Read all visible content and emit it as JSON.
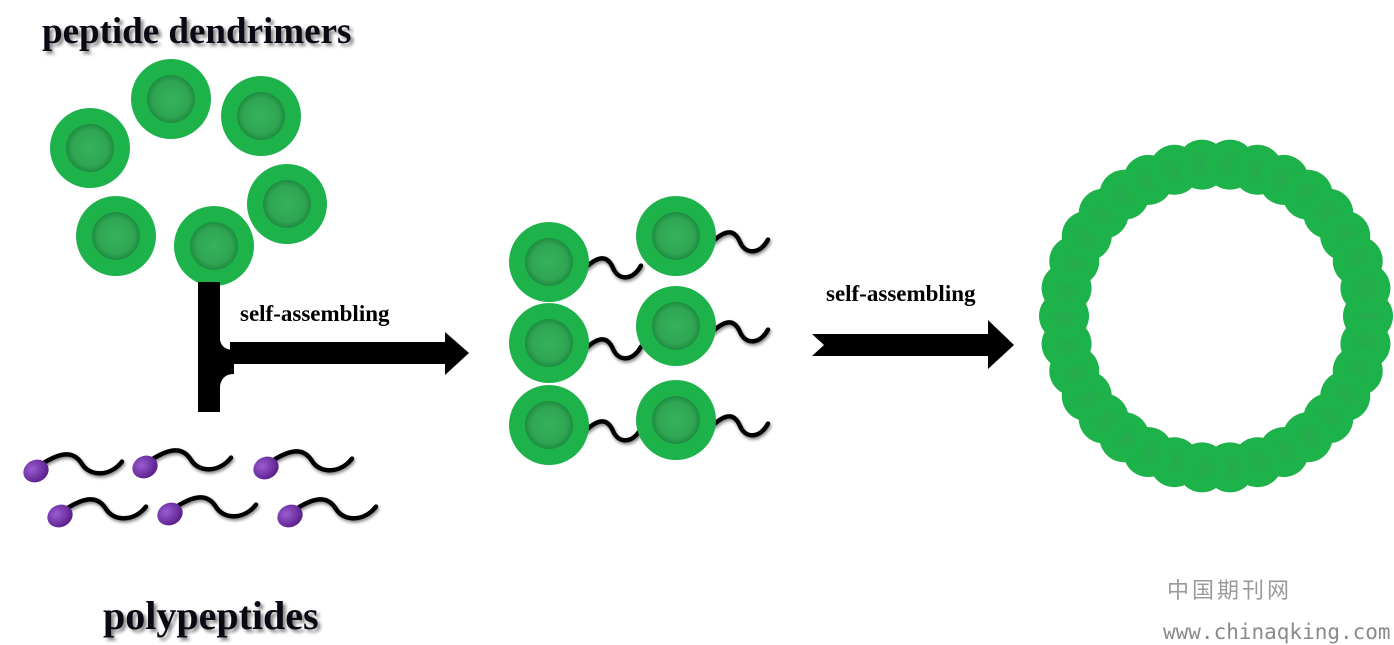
{
  "labels": {
    "top_title": "peptide dendrimers",
    "bottom_title": "polypeptides",
    "arrow1": "self-assembling",
    "arrow2": "self-assembling"
  },
  "watermark": {
    "cn": "中国期刊网",
    "url": "www.chinaqking.com"
  },
  "colors": {
    "dendrimer_green": "#1db24a",
    "dendrimer_core": "#2ea84f",
    "polypeptide_head": "#6f2fa6",
    "tail": "#000000",
    "arrow": "#000000"
  },
  "counts": {
    "free_dendrimers": 6,
    "free_polypeptides": 6,
    "assembled_units": 6,
    "vesicle_beads": 34
  }
}
